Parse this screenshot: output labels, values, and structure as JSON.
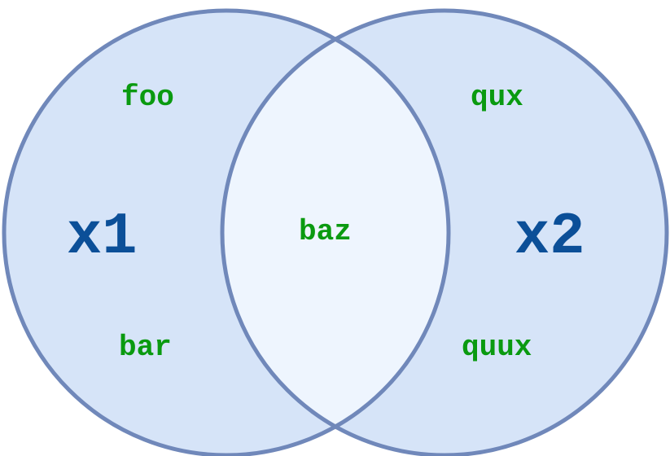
{
  "diagram": {
    "type": "venn",
    "colors": {
      "fill": "#d6e4f8",
      "intersection_fill": "#eef5fe",
      "stroke": "#7088ba",
      "set_label": "#0b4f98",
      "item_label": "#0a9a10"
    },
    "sets": [
      {
        "name": "x1",
        "only_items": [
          "foo",
          "bar"
        ]
      },
      {
        "name": "x2",
        "only_items": [
          "qux",
          "quux"
        ]
      }
    ],
    "intersection": [
      "baz"
    ]
  }
}
